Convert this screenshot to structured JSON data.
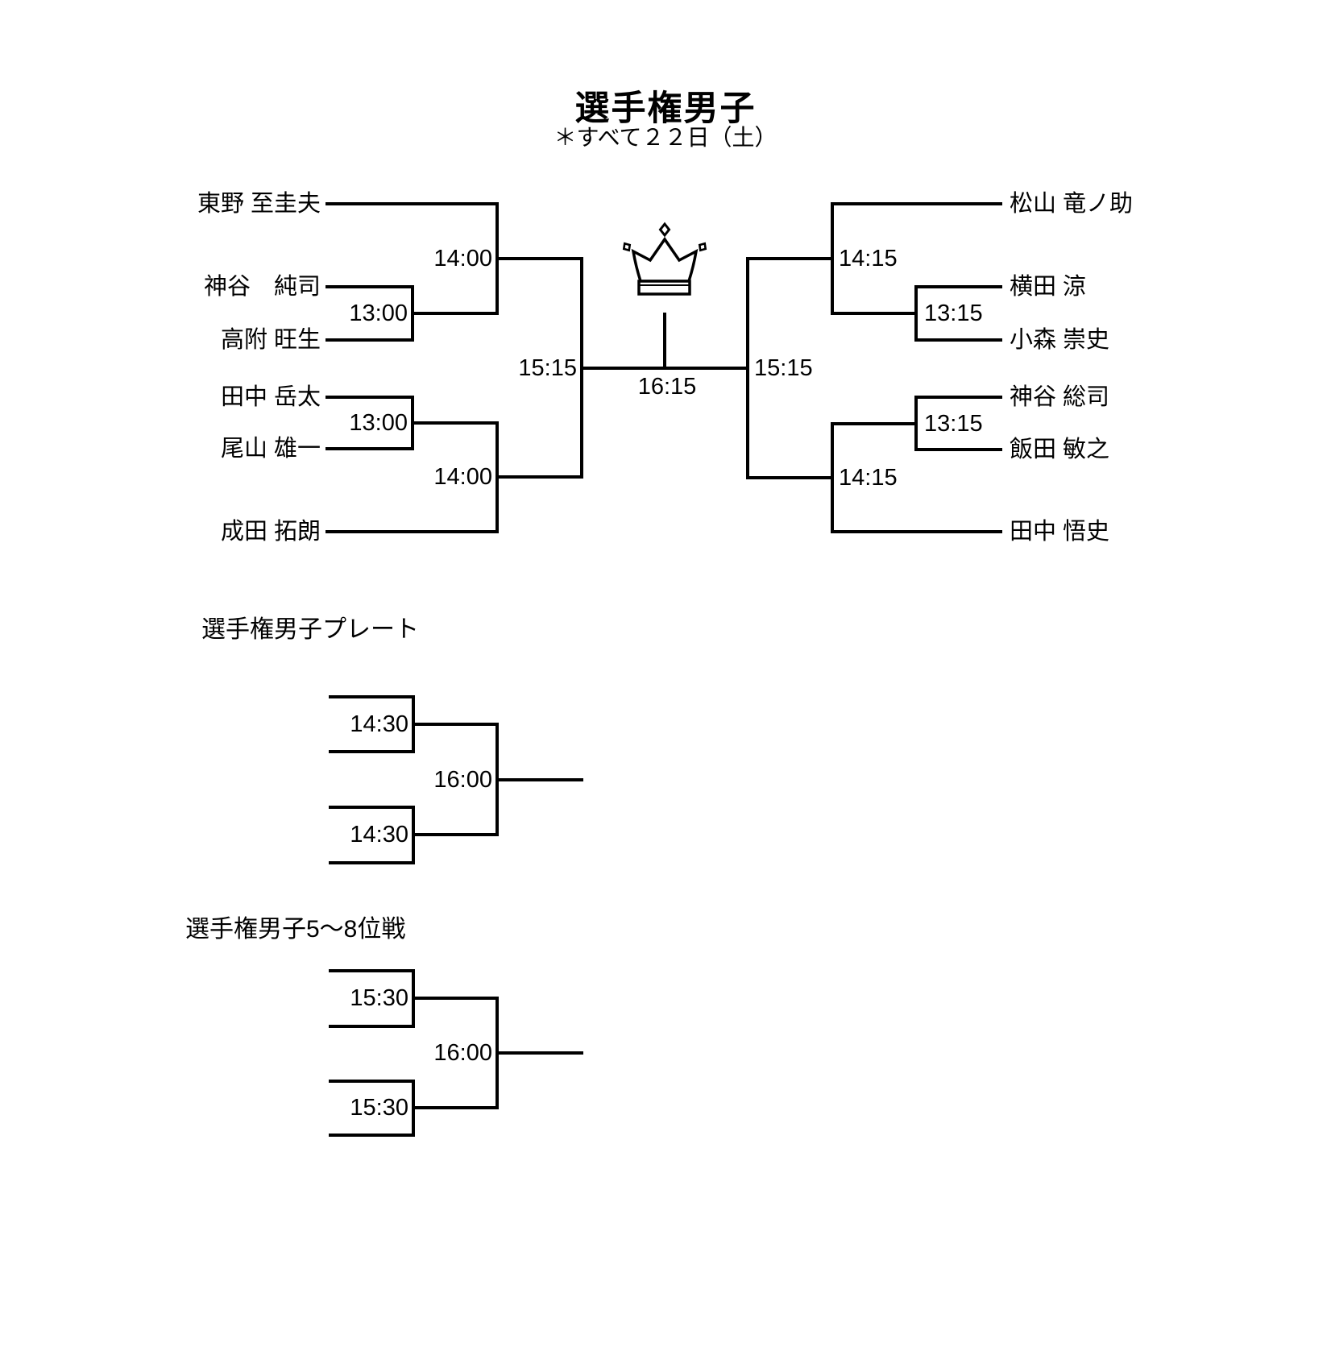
{
  "page": {
    "title": "選手権男子",
    "subtitle": "＊すべて２２日（土）"
  },
  "main_bracket": {
    "left_players": [
      "東野 至圭夫",
      "神谷　純司",
      "高附 旺生",
      "田中 岳太",
      "尾山 雄一",
      "成田 拓朗"
    ],
    "right_players": [
      "松山 竜ノ助",
      "横田 涼",
      "小森 崇史",
      "神谷 総司",
      "飯田 敏之",
      "田中 悟史"
    ],
    "left_times": {
      "semi_top": "14:00",
      "round1_top": "13:00",
      "round1_bottom": "13:00",
      "semi_bottom": "14:00",
      "final": "15:15"
    },
    "right_times": {
      "semi_top": "14:15",
      "round1_top": "13:15",
      "round1_bottom": "13:15",
      "semi_bottom": "14:15",
      "final": "15:15"
    },
    "championship_time": "16:15"
  },
  "plate_bracket": {
    "heading": "選手権男子プレート",
    "times": {
      "semi_top": "14:30",
      "final": "16:00",
      "semi_bottom": "14:30"
    }
  },
  "fifth_place_bracket": {
    "heading": "選手権男子5〜8位戦",
    "times": {
      "semi_top": "15:30",
      "final": "16:00",
      "semi_bottom": "15:30"
    }
  },
  "icons": {
    "crown": "champion-crown"
  },
  "colors": {
    "line": "#000000",
    "text": "#000000",
    "background": "#ffffff"
  }
}
